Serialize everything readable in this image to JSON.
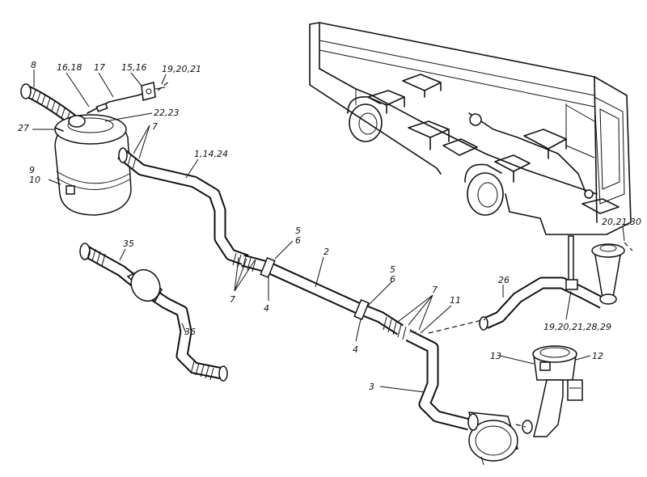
{
  "labels": {
    "l8": "8",
    "l16_18": "16,18",
    "l17": "17",
    "l15_16": "15,16",
    "l19_20_21": "19,20,21",
    "l22_23": "22,23",
    "l27": "27",
    "l7a": "7",
    "l9": "9",
    "l10": "10",
    "l1_14_24": "1,14,24",
    "l35": "35",
    "l36": "36",
    "l5a": "5",
    "l6a": "6",
    "l7b": "7",
    "l4a": "4",
    "l2": "2",
    "l5b": "5",
    "l6b": "6",
    "l4b": "4",
    "l7c": "7",
    "l11": "11",
    "l26": "26",
    "l20_21_30": "20,21,30",
    "l19_20_21_28_29": "19,20,21,28,29",
    "l13": "13",
    "l12": "12",
    "l3": "3"
  }
}
